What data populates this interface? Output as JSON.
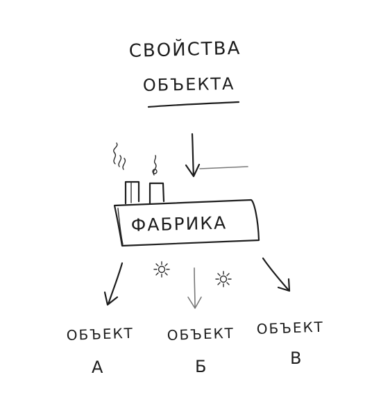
{
  "title": {
    "line1": "СВОЙСТВА",
    "line2": "ОБЪЕКТА"
  },
  "factory": {
    "label": "ФАБРИКА"
  },
  "outputs": [
    {
      "word": "ОБЪЕКТ",
      "letter": "А"
    },
    {
      "word": "ОБЪЕКТ",
      "letter": "Б"
    },
    {
      "word": "ОБЪЕКТ",
      "letter": "В"
    }
  ],
  "colors": {
    "ink": "#1c1c1c",
    "background": "#ffffff"
  }
}
